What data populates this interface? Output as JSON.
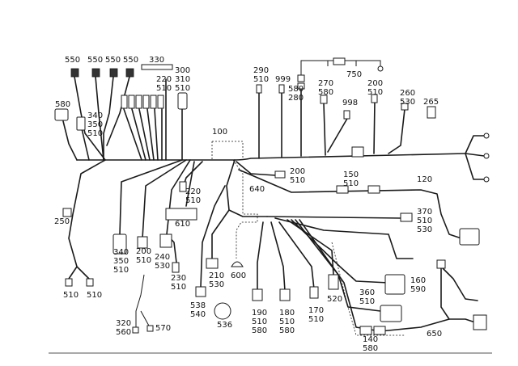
{
  "colors": {
    "line": "#1a1a1a",
    "background": "#ffffff"
  },
  "labels": [
    {
      "id": "550a",
      "lines": [
        "550"
      ]
    },
    {
      "id": "550b",
      "lines": [
        "550"
      ]
    },
    {
      "id": "550c",
      "lines": [
        "550"
      ]
    },
    {
      "id": "550d",
      "lines": [
        "550"
      ]
    },
    {
      "id": "330",
      "lines": [
        "330"
      ]
    },
    {
      "id": "220-510-top",
      "lines": [
        "220",
        "510"
      ]
    },
    {
      "id": "300-310-510",
      "lines": [
        "300",
        "310",
        "510"
      ]
    },
    {
      "id": "580-left",
      "lines": [
        "580"
      ]
    },
    {
      "id": "340-350-510-top",
      "lines": [
        "340",
        "350",
        "510"
      ]
    },
    {
      "id": "290-510",
      "lines": [
        "290",
        "510"
      ]
    },
    {
      "id": "999",
      "lines": [
        "999"
      ]
    },
    {
      "id": "580-280",
      "lines": [
        "580",
        "280"
      ]
    },
    {
      "id": "750",
      "lines": [
        "750"
      ]
    },
    {
      "id": "270-580",
      "lines": [
        "270",
        "580"
      ]
    },
    {
      "id": "998",
      "lines": [
        "998"
      ]
    },
    {
      "id": "200-510-top",
      "lines": [
        "200",
        "510"
      ]
    },
    {
      "id": "260-530",
      "lines": [
        "260",
        "530"
      ]
    },
    {
      "id": "265",
      "lines": [
        "265"
      ]
    },
    {
      "id": "100",
      "lines": [
        "100"
      ]
    },
    {
      "id": "200-510-mid",
      "lines": [
        "200",
        "510"
      ]
    },
    {
      "id": "150-510",
      "lines": [
        "150",
        "510"
      ]
    },
    {
      "id": "120",
      "lines": [
        "120"
      ]
    },
    {
      "id": "220-510-mid",
      "lines": [
        "220",
        "510"
      ]
    },
    {
      "id": "640",
      "lines": [
        "640"
      ]
    },
    {
      "id": "370-510-530",
      "lines": [
        "370",
        "510",
        "530"
      ]
    },
    {
      "id": "250",
      "lines": [
        "250"
      ]
    },
    {
      "id": "610",
      "lines": [
        "610"
      ]
    },
    {
      "id": "340-350-510-low",
      "lines": [
        "340",
        "350",
        "510"
      ]
    },
    {
      "id": "200-510-low",
      "lines": [
        "200",
        "510"
      ]
    },
    {
      "id": "240-530",
      "lines": [
        "240",
        "530"
      ]
    },
    {
      "id": "210-530",
      "lines": [
        "210",
        "530"
      ]
    },
    {
      "id": "600",
      "lines": [
        "600"
      ]
    },
    {
      "id": "230-510",
      "lines": [
        "230",
        "510"
      ]
    },
    {
      "id": "520",
      "lines": [
        "520"
      ]
    },
    {
      "id": "160-590",
      "lines": [
        "160",
        "590"
      ]
    },
    {
      "id": "360-510",
      "lines": [
        "360",
        "510"
      ]
    },
    {
      "id": "510a",
      "lines": [
        "510"
      ]
    },
    {
      "id": "510b",
      "lines": [
        "510"
      ]
    },
    {
      "id": "538-540",
      "lines": [
        "538",
        "540"
      ]
    },
    {
      "id": "536",
      "lines": [
        "536"
      ]
    },
    {
      "id": "190-510-580",
      "lines": [
        "190",
        "510",
        "580"
      ]
    },
    {
      "id": "180-510-580",
      "lines": [
        "180",
        "510",
        "580"
      ]
    },
    {
      "id": "170-510",
      "lines": [
        "170",
        "510"
      ]
    },
    {
      "id": "320-560",
      "lines": [
        "320",
        "560"
      ]
    },
    {
      "id": "570",
      "lines": [
        "570"
      ]
    },
    {
      "id": "140-580",
      "lines": [
        "140",
        "580"
      ]
    },
    {
      "id": "650",
      "lines": [
        "650"
      ]
    }
  ]
}
